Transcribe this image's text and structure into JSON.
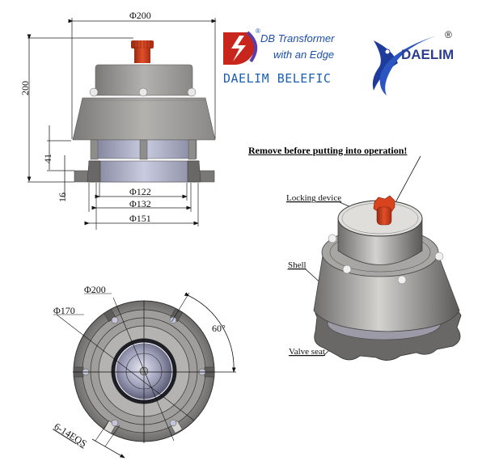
{
  "side_view": {
    "dim_top_diameter": "Φ200",
    "dim_height": "200",
    "dim_41": "41",
    "dim_16": "16",
    "dim_d122": "Φ122",
    "dim_d132": "Φ132",
    "dim_d151": "Φ151"
  },
  "logos": {
    "db_tagline_1": "DB Transformer",
    "db_tagline_2": "with an Edge",
    "db_name": "DAELIM BELEFIC",
    "daelim_name": "DAELIM",
    "registered": "®"
  },
  "iso_view": {
    "warning": "Remove before putting into operation!",
    "label_locking": "Locking device",
    "label_shell": "Shell",
    "label_valve_seat": "Valve seat"
  },
  "bottom_view": {
    "dim_d200": "Φ200",
    "dim_d170": "Φ170",
    "dim_angle": "60°",
    "dim_holes": "6-14EQS"
  },
  "colors": {
    "knob": "#c8381a",
    "body": "#9a9896",
    "body_light": "#c9c7c4",
    "accent_blue": "#1d4fa8",
    "dark_blue": "#2b3d8f"
  }
}
